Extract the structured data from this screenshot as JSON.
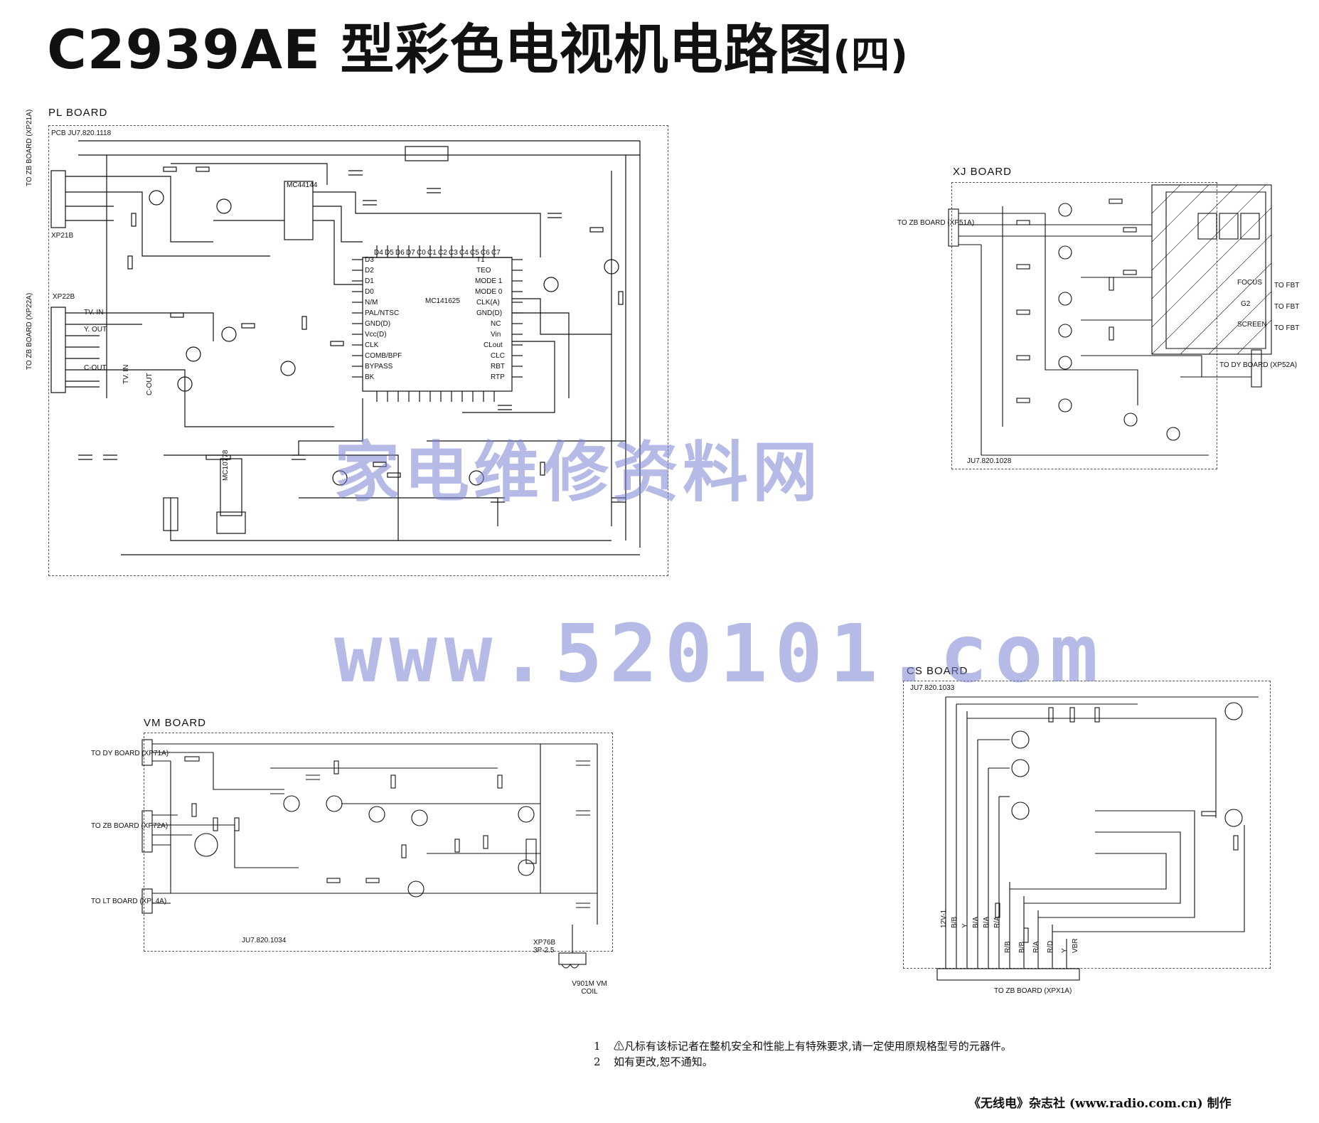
{
  "title": {
    "main": "C2939AE 型彩色电视机电路图",
    "suffix": "(四)"
  },
  "boards": {
    "pl": {
      "label": "PL BOARD",
      "pcb": "PCB JU7.820.1118",
      "ic": [
        "MC141625",
        "MC44144",
        "MC10778"
      ],
      "connectors": [
        "XP21B",
        "XP22B"
      ],
      "left_labels": [
        "TO ZB BOARD (XP21A)",
        "TO ZB BOARD (XP22A)"
      ],
      "pins": [
        "TV. IN",
        "Y. OUT",
        "C-OUT",
        "TV. IN",
        "C-OUT"
      ],
      "ic_pins_left": [
        "D3",
        "D2",
        "D1",
        "D0",
        "N/M",
        "PAL/NTSC",
        "GND(D)",
        "Vcc(D)",
        "CLK",
        "COMB/BPF",
        "BYPASS",
        "BK"
      ],
      "ic_pins_right": [
        "T1",
        "TEO",
        "MODE 1",
        "MODE 0",
        "CLK(A)",
        "GND(D)",
        "NC",
        "Vin",
        "CLout",
        "CLC",
        "RBT",
        "RTP"
      ],
      "ic_pins_top": [
        "D4",
        "D5",
        "D6",
        "D7",
        "C0",
        "C1",
        "C2",
        "C3",
        "C4",
        "C5",
        "C6",
        "C7"
      ]
    },
    "xj": {
      "label": "XJ BOARD",
      "pcb": "JU7.820.1028",
      "left_label": "TO ZB BOARD (XP51A)",
      "right_labels": [
        "TO DY BOARD (XP52A)",
        "TO FBT",
        "TO FBT",
        "TO FBT"
      ],
      "crt_labels": [
        "FOCUS",
        "G2",
        "SCREEN"
      ]
    },
    "cs": {
      "label": "CS BOARD",
      "pcb": "JU7.820.1033",
      "bottom_label": "TO ZB BOARD (XPX1A)",
      "pins": [
        "12V-1",
        "B/B",
        "Y",
        "B/A",
        "B/A",
        "R/A",
        "R/B",
        "B/B",
        "R/A",
        "R/D",
        "Y",
        "VBR"
      ]
    },
    "vm": {
      "label": "VM BOARD",
      "pcb": "JU7.820.1034",
      "left_labels": [
        "TO DY BOARD (XP71A)",
        "TO ZB BOARD (XP72A)",
        "TO LT BOARD (XPL4A)"
      ],
      "coil": "V901M VM COIL",
      "connector": "XP76B 3P-2.5"
    }
  },
  "watermarks": {
    "cn": "家电维修资料网",
    "url": "www.520101.com"
  },
  "notes": [
    {
      "num": "1",
      "text": "⚠凡标有该标记者在整机安全和性能上有特殊要求,请一定使用原规格型号的元器件。"
    },
    {
      "num": "2",
      "text": "如有更改,恕不通知。"
    }
  ],
  "credit": "《无线电》杂志社 (www.radio.com.cn) 制作",
  "colors": {
    "ink": "#111111",
    "watermark": "#7882d2"
  }
}
